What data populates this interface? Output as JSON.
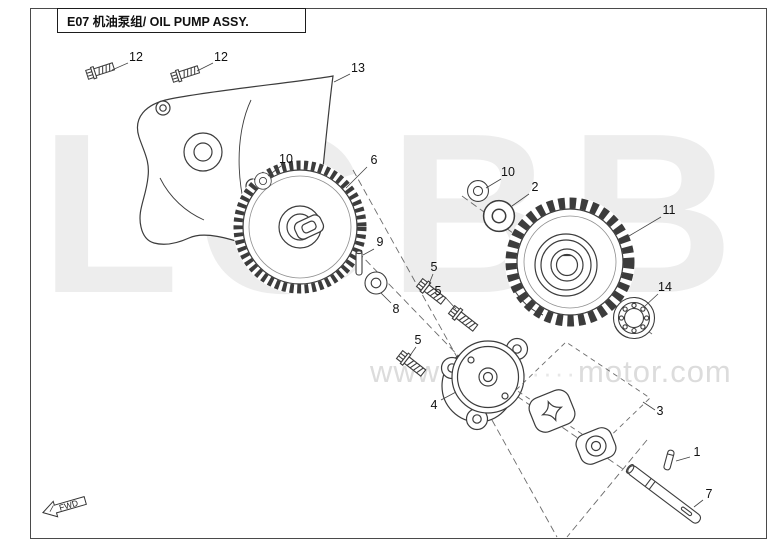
{
  "page": {
    "title": "E07 机油泵组/ OIL PUMP ASSY."
  },
  "watermark": {
    "logo": "LGBB",
    "url_left": "www",
    "url_middle": "···········",
    "url_right": "motor.com"
  },
  "direction_arrow": {
    "label": "FWD"
  },
  "callouts": {
    "bolt12_left": "12",
    "bolt12_right": "12",
    "cover13": "13",
    "washer10_gear": "10",
    "gear6": "6",
    "pin9": "9",
    "washer10_right": "10",
    "washer2": "2",
    "gear11": "11",
    "bearing14": "14",
    "bolt5_top": "5",
    "bolt5_mid": "5",
    "washer8": "8",
    "bolt5_bottom": "5",
    "pump4": "4",
    "rotorset3": "3",
    "pin1": "1",
    "shaft7": "7"
  }
}
